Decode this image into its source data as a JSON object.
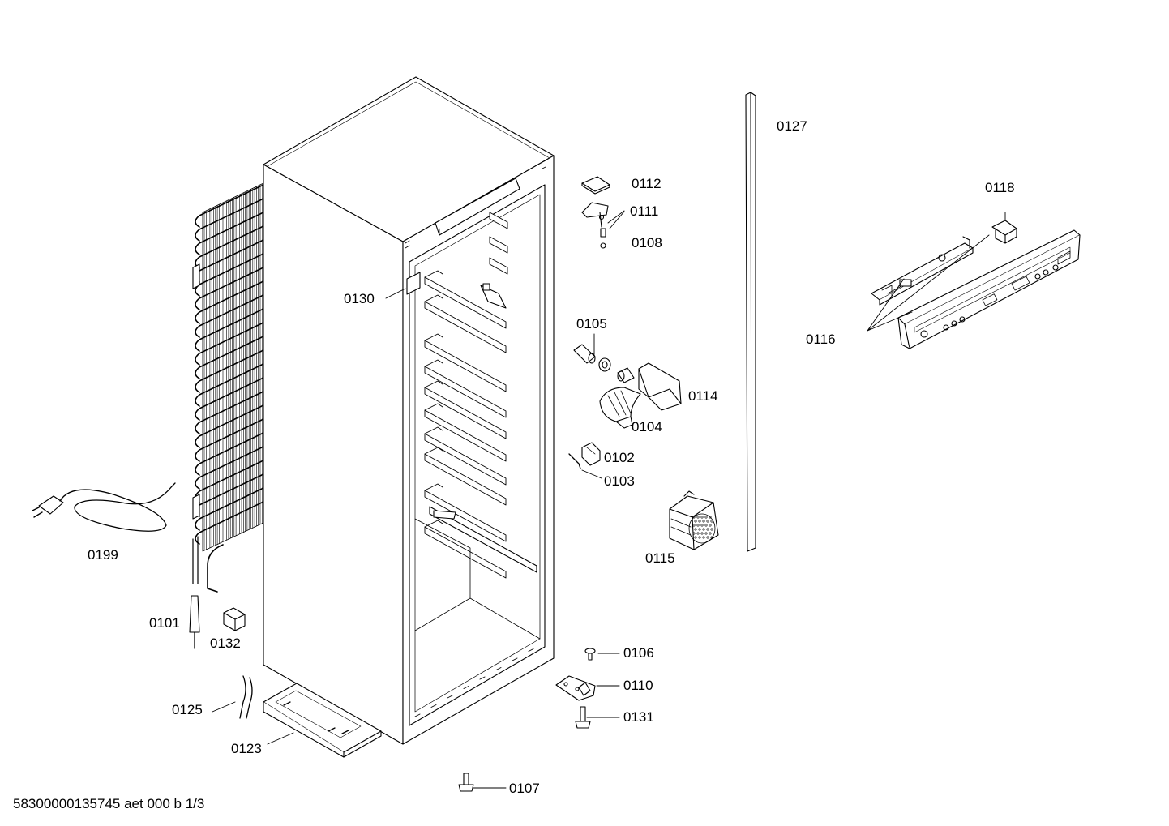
{
  "parts": {
    "p0127": "0127",
    "p0112": "0112",
    "p0111": "0111",
    "p0108": "0108",
    "p0118": "0118",
    "p0116": "0116",
    "p0130": "0130",
    "p0105": "0105",
    "p0114": "0114",
    "p0104": "0104",
    "p0102": "0102",
    "p0103": "0103",
    "p0199": "0199",
    "p0115": "0115",
    "p0101": "0101",
    "p0132": "0132",
    "p0106": "0106",
    "p0110": "0110",
    "p0131": "0131",
    "p0125": "0125",
    "p0123": "0123",
    "p0107": "0107"
  },
  "footer": "58300000135745 aet 000 b 1/3"
}
